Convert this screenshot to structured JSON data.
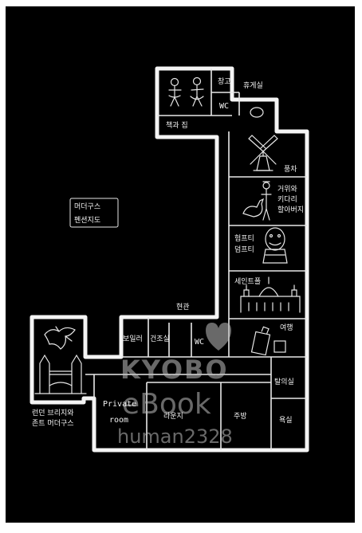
{
  "title": {
    "line1": "머더구스",
    "line2": "펜션지도"
  },
  "rooms": {
    "storage": "창고",
    "restroom": "휴게실",
    "wc_top": "WC",
    "reading_room": "책과 집",
    "windmill": "풍차",
    "goose_room": {
      "line1": "거위와",
      "line2": "키다리",
      "line3": "할아버지"
    },
    "humpty": {
      "line1": "험프티",
      "line2": "덤프티"
    },
    "st_paul": "세인트폴",
    "travel": "여행",
    "entrance": "현관",
    "boiler": "보일러",
    "dryroom": "건조실",
    "wc_bottom": "WC",
    "bridge_room": {
      "line1": "런던 브리지와",
      "line2": "존트 머더구스"
    },
    "private_room": {
      "line1": "Private",
      "line2": "room"
    },
    "lounge": "라운지",
    "kitchen": "주방",
    "laundry": "탈의실",
    "bath": "욕실"
  },
  "watermark": {
    "brand": "KYOBO",
    "sub": "eBook",
    "user": "human2328"
  },
  "colors": {
    "background": "#000000",
    "line": "#f4f4f4",
    "watermark": "#bfbfbf"
  }
}
